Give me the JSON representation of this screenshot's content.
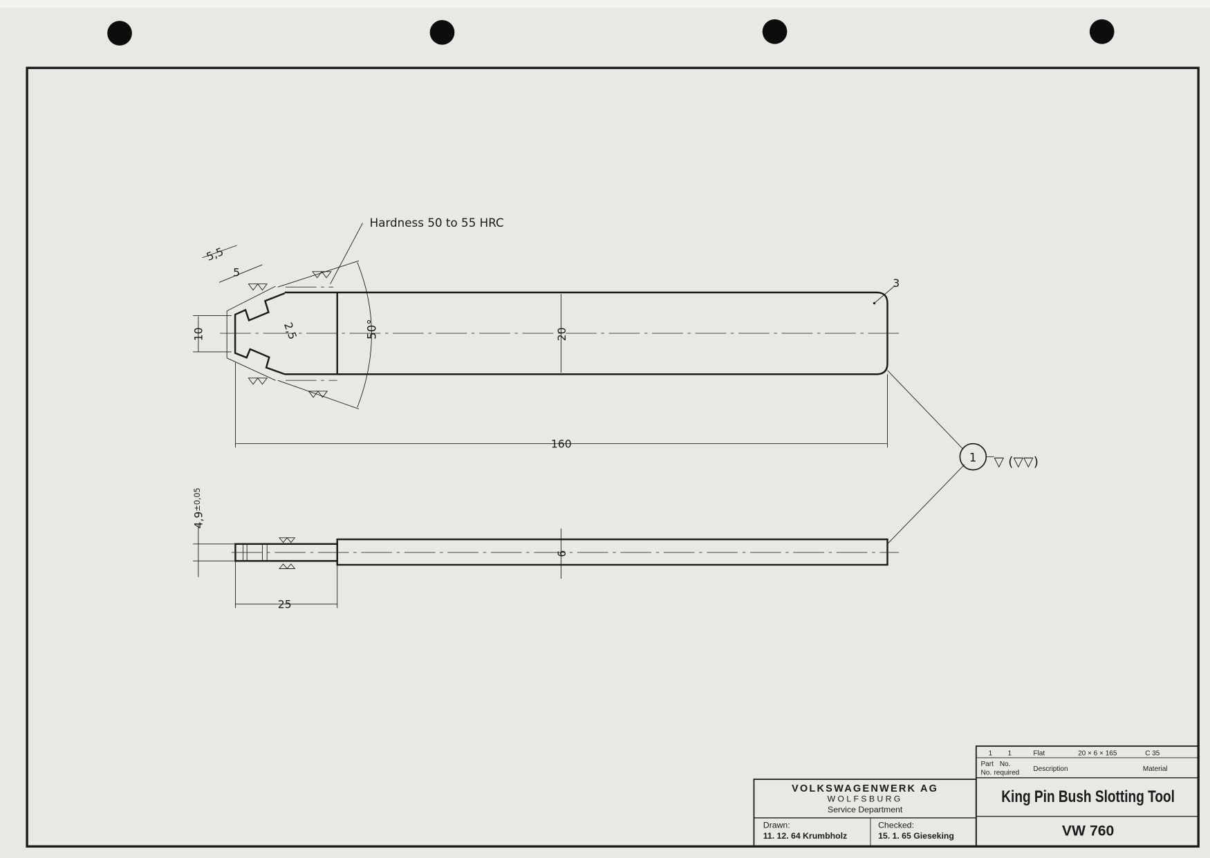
{
  "drawing": {
    "note_hardness": "Hardness 50 to 55 HRC",
    "dimensions": {
      "d_5_5": "5,5",
      "d_5": "5",
      "d_2_5": "2,5",
      "d_10": "10",
      "d_50deg": "50°",
      "d_20": "20",
      "d_3": "3",
      "d_160": "160",
      "d_4_9": "4,9",
      "d_4_9_tol": "±0,05",
      "d_6": "6",
      "d_25": "25"
    },
    "callout": {
      "number": "1",
      "surface_finish": "▽ (▽▽)"
    }
  },
  "title_block": {
    "company": "VOLKSWAGENWERK AG",
    "city": "WOLFSBURG",
    "department": "Service Department",
    "drawn_label": "Drawn:",
    "drawn_value": "11. 12. 64 Krumbholz",
    "checked_label": "Checked:",
    "checked_value": "15. 1. 65 Gieseking",
    "title": "King Pin Bush Slotting Tool",
    "number": "VW 760",
    "parts_row": {
      "part_no": "1",
      "no_required": "1",
      "description": "Flat",
      "size": "20 × 6 × 165",
      "material": "C 35"
    },
    "headers": {
      "part_no_1": "Part",
      "part_no_2": "No.",
      "no_required_1": "No.",
      "no_required_2": "required",
      "description": "Description",
      "material": "Material"
    }
  }
}
